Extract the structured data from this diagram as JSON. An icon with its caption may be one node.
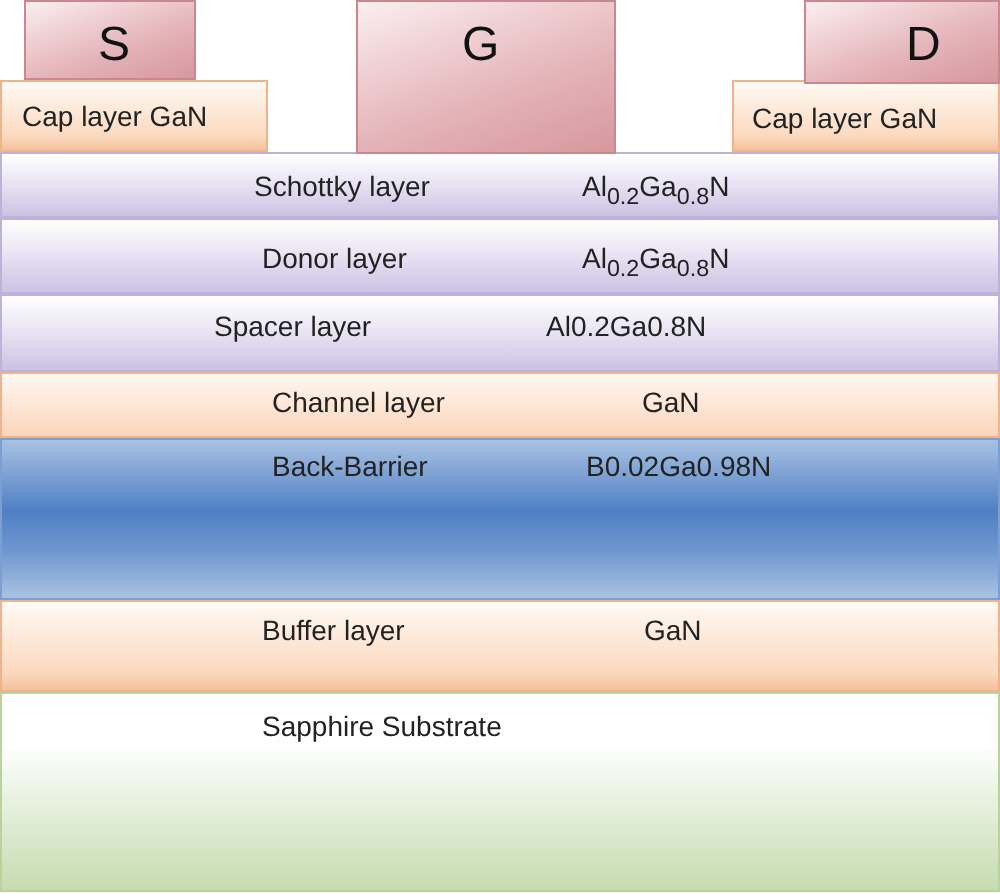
{
  "diagram": {
    "nodes": [
      {
        "text": [
          "S"
        ]
      },
      {
        "text": [
          "G"
        ]
      },
      {
        "text": [
          "D"
        ]
      },
      {
        "text": [
          "Cap layer GaN"
        ]
      },
      {
        "text": [
          "Cap layer GaN"
        ]
      },
      {
        "text": [
          "Schottky layer",
          "Al$_{0.2}$Ga$_{0.8}$N"
        ]
      },
      {
        "text": [
          "Donor layer",
          "Al$_{0.2}$Ga$_{0.8}$N"
        ]
      },
      {
        "text": [
          "Spacer layer",
          "Al0.2Ga0.8N"
        ]
      },
      {
        "text": [
          "Channel layer",
          "GaN"
        ]
      },
      {
        "text": [
          "Back-Barrier",
          "B0.02Ga0.98N"
        ]
      },
      {
        "text": [
          "Buffer layer",
          "GaN"
        ]
      },
      {
        "text": [
          "Sapphire Substrate"
        ]
      }
    ]
  }
}
